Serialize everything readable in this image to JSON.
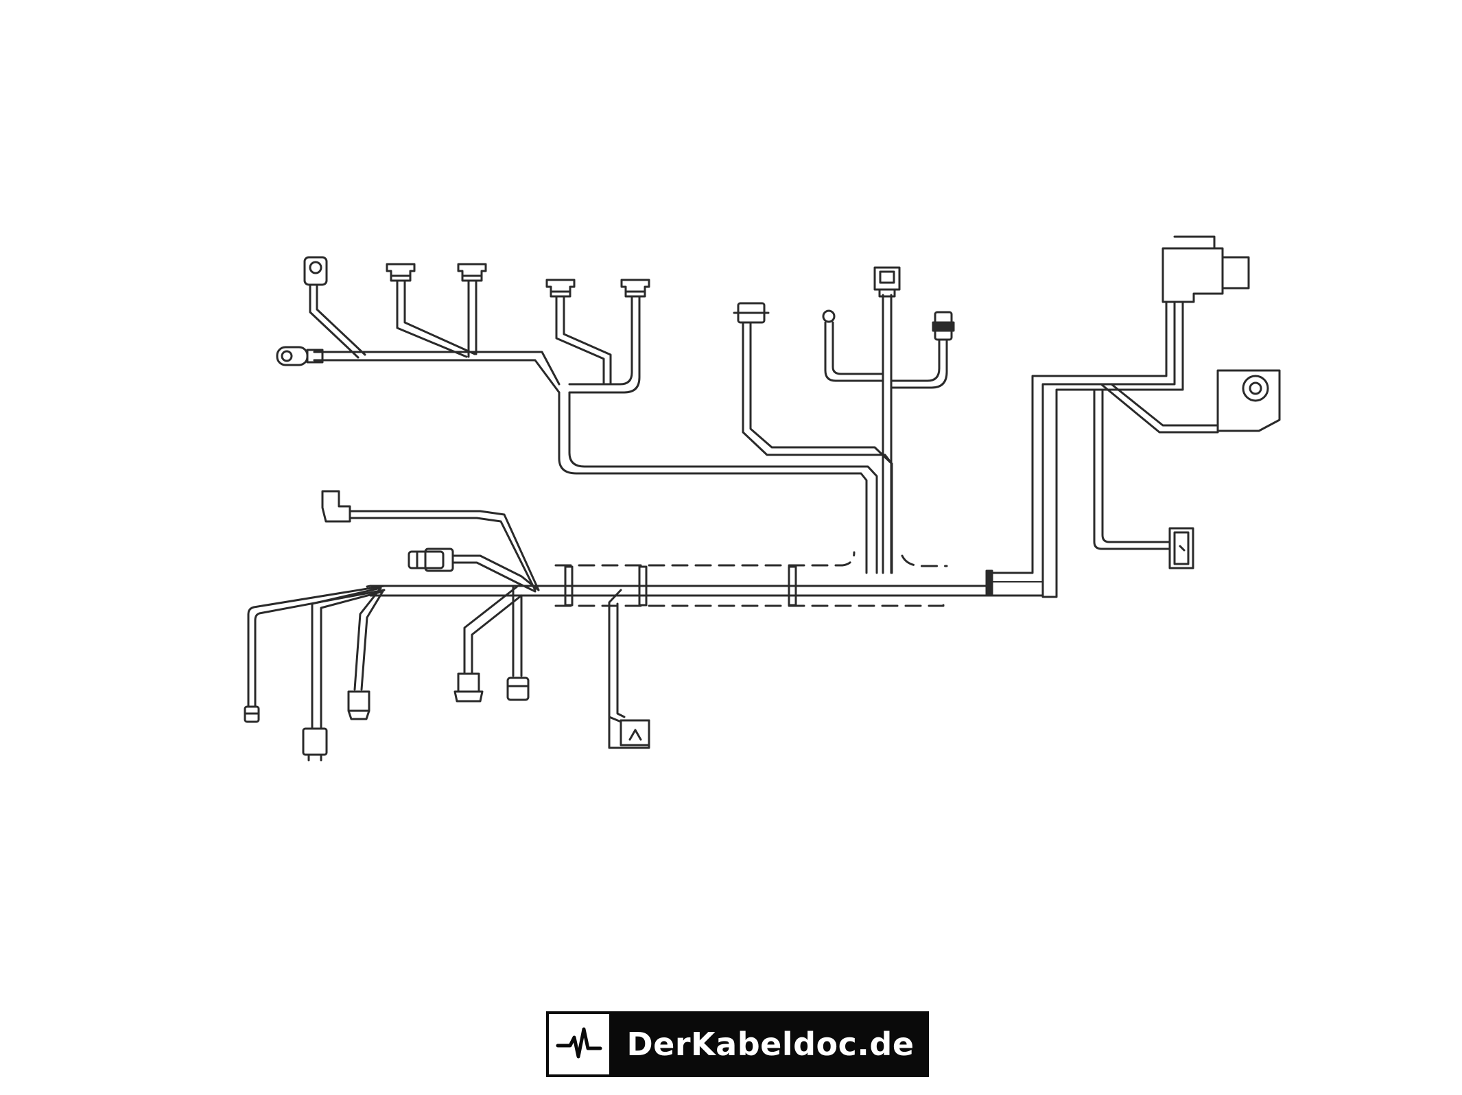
{
  "diagram": {
    "background": "#ffffff",
    "line_color": "#2a2a2a"
  },
  "connectors": [
    {
      "id": "ring-terminal-top"
    },
    {
      "id": "ring-terminal-left"
    },
    {
      "id": "injector-1"
    },
    {
      "id": "injector-2"
    },
    {
      "id": "injector-3"
    },
    {
      "id": "injector-4"
    },
    {
      "id": "plug-top-center"
    },
    {
      "id": "ground-eyelet-center"
    },
    {
      "id": "connector-top-square"
    },
    {
      "id": "connector-top-right-small"
    },
    {
      "id": "ecu-connector-large"
    },
    {
      "id": "ground-bracket-right"
    },
    {
      "id": "connector-right-a"
    },
    {
      "id": "angled-sensor-plug"
    },
    {
      "id": "oxygen-sensor-plug"
    },
    {
      "id": "bottom-plug-1"
    },
    {
      "id": "bottom-plug-2"
    },
    {
      "id": "bottom-plug-3"
    },
    {
      "id": "bottom-plug-4"
    },
    {
      "id": "bottom-plug-5"
    },
    {
      "id": "connector-bottom-a"
    }
  ],
  "brand": {
    "name": "DerKabeldoc.de",
    "icon": "heartbeat-pulse-icon",
    "badge_color": "#0a0a0a",
    "text_color": "#ffffff"
  }
}
